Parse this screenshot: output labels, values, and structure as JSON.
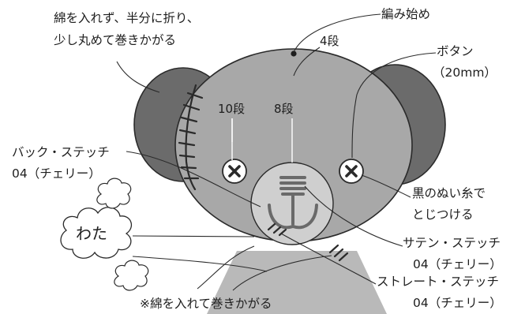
{
  "labels": {
    "ear_note": [
      "綿を入れず、半分に折り、",
      "少し丸めて巻きかがる"
    ],
    "start": "編み始め",
    "row4": "4段",
    "row10": "10段",
    "row8": "8段",
    "button": [
      "ボタン",
      "（20mm）"
    ],
    "back_stitch": [
      "バック・ステッチ",
      "04（チェリー）"
    ],
    "black_thread": [
      "黒のぬい糸で",
      "とじつける"
    ],
    "cotton": "わた",
    "satin_stitch": [
      "サテン・ステッチ",
      "04（チェリー）"
    ],
    "straight_stitch": [
      "ストレート・ステッチ",
      "04（チェリー）"
    ],
    "bottom_note": "※綿を入れて巻きかがる"
  },
  "colors": {
    "ear": "#6b6b6b",
    "face": "#a8a8a8",
    "muzzle": "#cfcfcf",
    "body": "#b9b9b9",
    "line": "#2a2a2a"
  }
}
